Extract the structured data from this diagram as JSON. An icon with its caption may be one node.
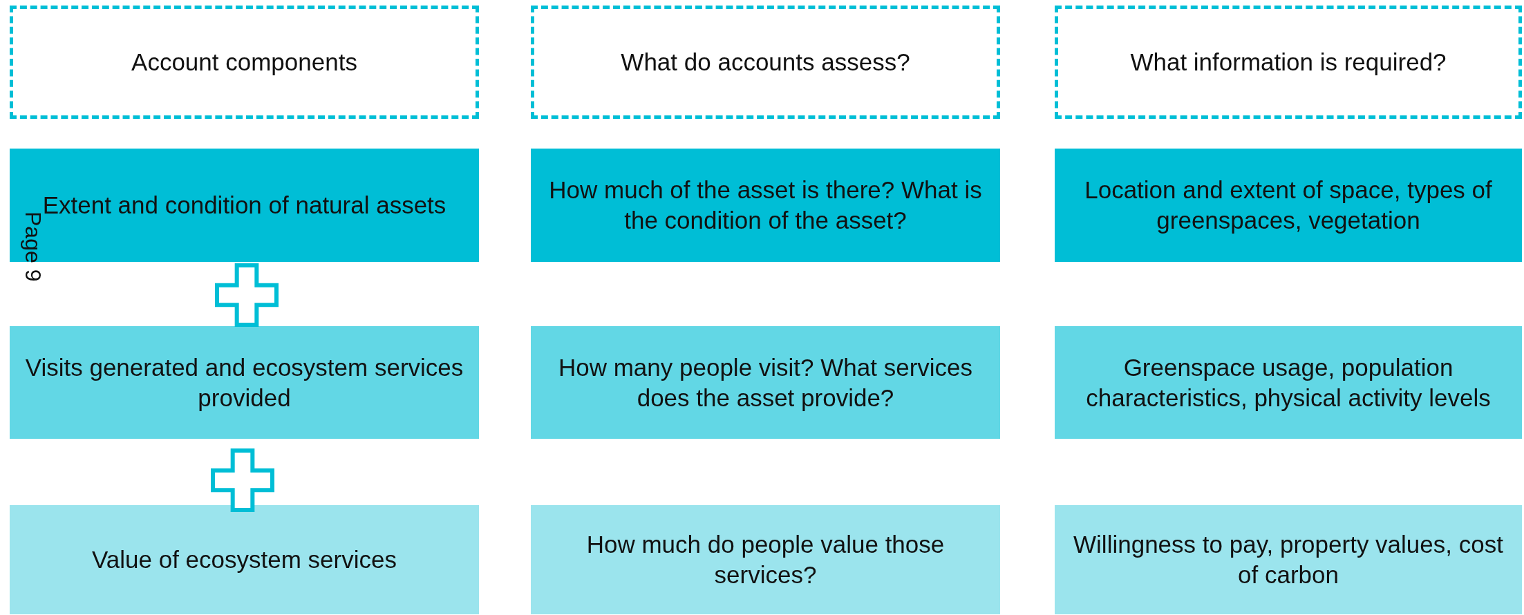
{
  "diagram": {
    "nodes": [
      {
        "text": [
          "Account components"
        ]
      },
      {
        "text": [
          "What do accounts assess?"
        ]
      },
      {
        "text": [
          "What information is required?"
        ]
      },
      {
        "text": [
          "Extent and condition of natural assets"
        ]
      },
      {
        "text": [
          "How much of the asset is there? What is the condition of the asset?"
        ]
      },
      {
        "text": [
          "Location and extent of space, types of greenspaces, vegetation"
        ]
      },
      {
        "text": [
          "Visits generated and ecosystem services provided"
        ]
      },
      {
        "text": [
          "How many people visit? What services does the asset provide?"
        ]
      },
      {
        "text": [
          "Greenspace usage, population characteristics, physical activity levels"
        ]
      },
      {
        "text": [
          "Value of ecosystem services"
        ]
      },
      {
        "text": [
          "How much do people value those services?"
        ]
      },
      {
        "text": [
          "Willingness to pay, property values, cost of carbon"
        ]
      }
    ],
    "edges": [],
    "labels": [
      "Page 9"
    ]
  }
}
